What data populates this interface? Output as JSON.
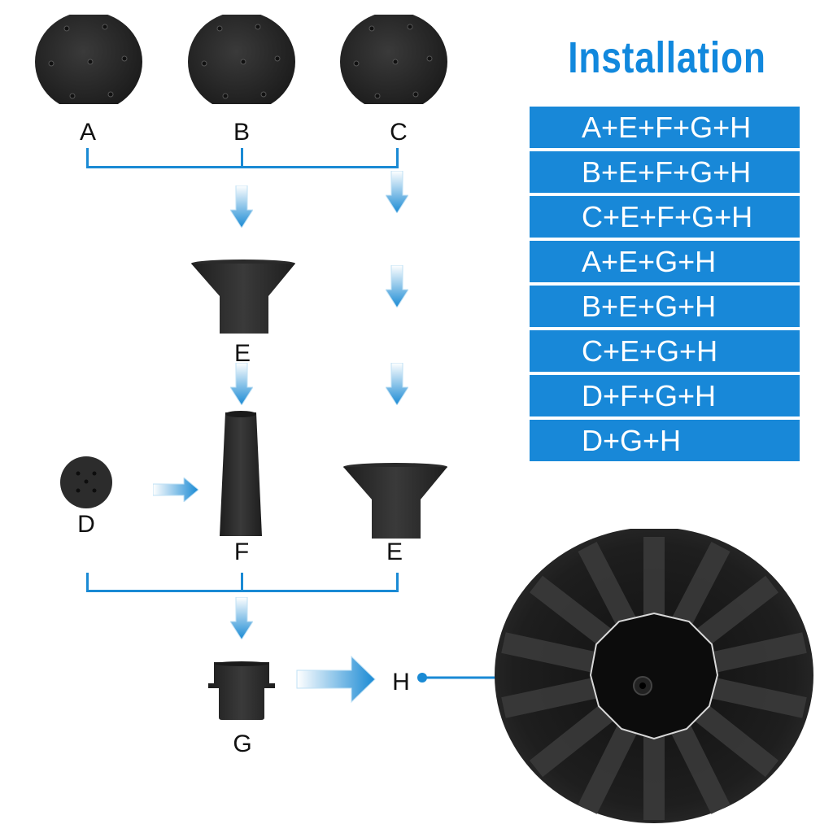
{
  "title": "Installation",
  "combinations": [
    "A+E+F+G+H",
    "B+E+F+G+H",
    "C+E+F+G+H",
    "A+E+G+H",
    "B+E+G+H",
    "C+E+G+H",
    "D+F+G+H",
    "D+G+H"
  ],
  "parts": {
    "A": "A",
    "B": "B",
    "C": "C",
    "D": "D",
    "E1": "E",
    "E2": "E",
    "F": "F",
    "G": "G",
    "H": "H"
  },
  "colors": {
    "accent": "#1888d8",
    "part": "#2b2b2b",
    "text": "#111111"
  }
}
